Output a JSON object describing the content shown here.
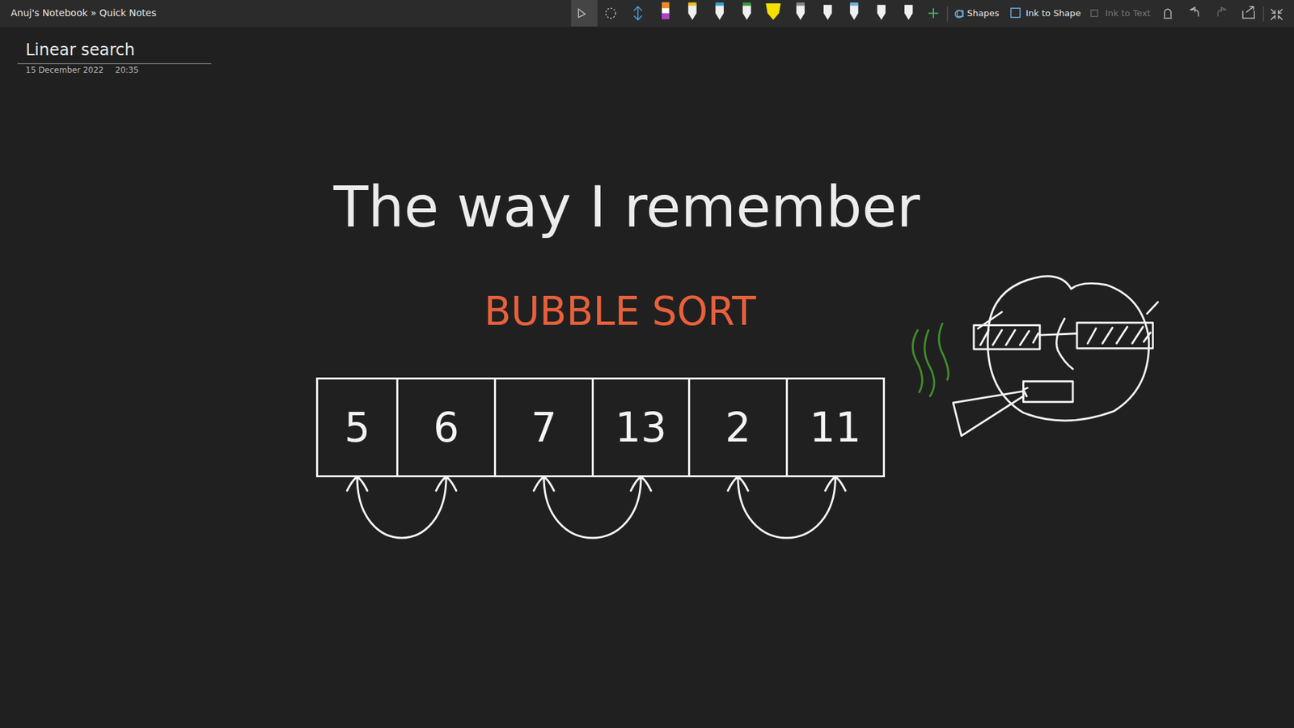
{
  "diagram": {
    "title": "The way I remember",
    "nodes": [
      {
        "text": [
          "5"
        ]
      },
      {
        "text": [
          "6"
        ]
      },
      {
        "text": [
          "7"
        ]
      },
      {
        "text": [
          "13"
        ]
      },
      {
        "text": [
          "2"
        ]
      },
      {
        "text": [
          "11"
        ]
      }
    ],
    "edges": [
      {
        "from": 0,
        "to": 1,
        "arrow": "both"
      },
      {
        "from": 2,
        "to": 3,
        "arrow": "both"
      },
      {
        "from": 4,
        "to": 5,
        "arrow": "both"
      }
    ],
    "labels": [
      "Anuj's Notebook » Quick Notes",
      "Linear search",
      "15 December 2022",
      "20:35",
      "BUBBLE SORT",
      "Shapes",
      "Ink to Shape",
      "Ink to Text"
    ]
  }
}
